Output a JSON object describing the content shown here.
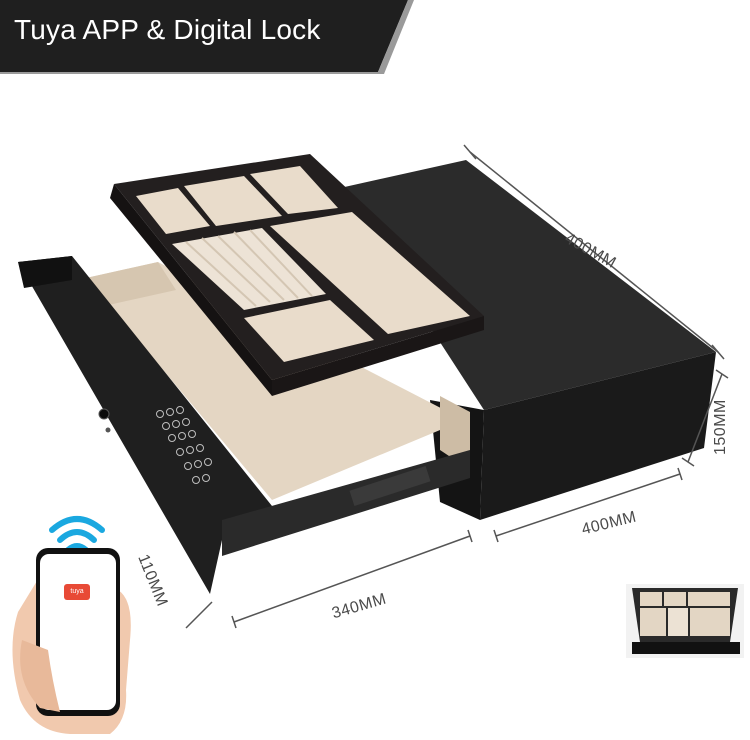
{
  "banner": {
    "title": "Tuya APP &  Digital Lock"
  },
  "dimensions": {
    "top_depth": "400MM",
    "height": "150MM",
    "side_depth": "400MM",
    "front_width": "340MM",
    "front_height": "110MM"
  },
  "phone": {
    "logo_text": "tuya"
  },
  "colors": {
    "banner": "#1f1f1f",
    "safe_body": "#242424",
    "lining": "#e8dccb",
    "accent": "#e84a36"
  }
}
